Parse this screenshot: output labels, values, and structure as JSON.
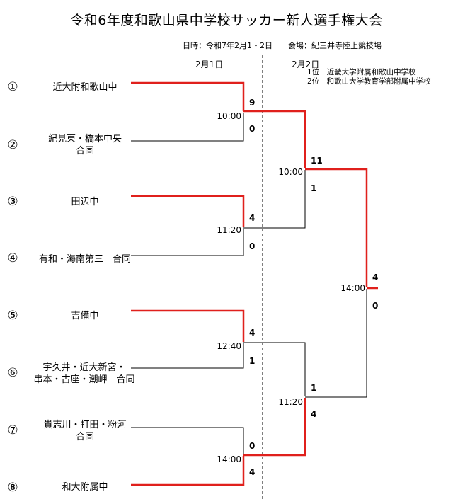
{
  "title": "令和6年度和歌山県中学校サッカー新人選手権大会",
  "schedule": "日時：令和7年2月1・2日　　会場：紀三井寺陸上競技場",
  "days": {
    "day1": "2月1日",
    "day2": "2月2日"
  },
  "results": {
    "first": "1位　近畿大学附属和歌山中学校",
    "second": "2位　和歌山大学教育学部附属中学校"
  },
  "teams": [
    {
      "seed": "①",
      "name": [
        "近大附和歌山中"
      ]
    },
    {
      "seed": "②",
      "name": [
        "紀見東・橋本中央",
        "合同"
      ]
    },
    {
      "seed": "③",
      "name": [
        "田辺中"
      ]
    },
    {
      "seed": "④",
      "name": [
        "有和・海南第三　合同"
      ]
    },
    {
      "seed": "⑤",
      "name": [
        "吉備中"
      ]
    },
    {
      "seed": "⑥",
      "name": [
        "宇久井・近大新宮・",
        "串本・古座・潮岬　合同"
      ]
    },
    {
      "seed": "⑦",
      "name": [
        "貴志川・打田・粉河",
        "合同"
      ]
    },
    {
      "seed": "⑧",
      "name": [
        "和大附属中"
      ]
    }
  ],
  "round1": [
    {
      "time": "10:00",
      "score_top": "9",
      "score_bottom": "0"
    },
    {
      "time": "11:20",
      "score_top": "4",
      "score_bottom": "0"
    },
    {
      "time": "12:40",
      "score_top": "4",
      "score_bottom": "1"
    },
    {
      "time": "14:00",
      "score_top": "0",
      "score_bottom": "4"
    }
  ],
  "semifinals": [
    {
      "time": "10:00",
      "score_top": "11",
      "score_bottom": "1"
    },
    {
      "time": "11:20",
      "score_top": "1",
      "score_bottom": "4"
    }
  ],
  "final": {
    "time": "14:00",
    "score_top": "4",
    "score_bottom": "0"
  },
  "colors": {
    "winner_line": "#e0201c",
    "line": "#000000"
  }
}
